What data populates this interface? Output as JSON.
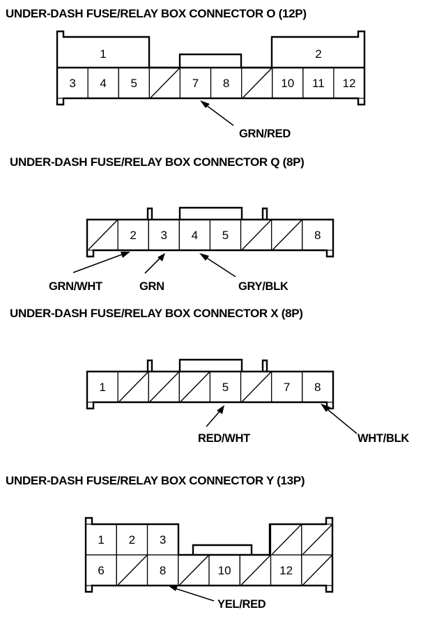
{
  "colors": {
    "ink": "#000000",
    "background": "#ffffff"
  },
  "connectors": [
    {
      "id": "O",
      "title": "UNDER-DASH FUSE/RELAY BOX CONNECTOR O (12P)",
      "top_row": [
        {
          "label": "1",
          "span": 3,
          "empty": false
        },
        {
          "label": "",
          "span": 4,
          "gap": true
        },
        {
          "label": "2",
          "span": 3,
          "empty": false
        }
      ],
      "bottom_row": [
        "3",
        "4",
        "5",
        null,
        "7",
        "8",
        null,
        "10",
        "11",
        "12"
      ],
      "wires": [
        {
          "text": "GRN/RED",
          "pin": "7"
        }
      ]
    },
    {
      "id": "Q",
      "title": "UNDER-DASH FUSE/RELAY BOX CONNECTOR Q (8P)",
      "row": [
        null,
        "2",
        "3",
        "4",
        "5",
        null,
        null,
        "8"
      ],
      "wires": [
        {
          "text": "GRN/WHT",
          "pin": "2"
        },
        {
          "text": "GRN",
          "pin": "3"
        },
        {
          "text": "GRY/BLK",
          "pin": "4"
        }
      ]
    },
    {
      "id": "X",
      "title": "UNDER-DASH FUSE/RELAY BOX CONNECTOR X (8P)",
      "row": [
        "1",
        null,
        null,
        null,
        "5",
        null,
        "7",
        "8"
      ],
      "wires": [
        {
          "text": "RED/WHT",
          "pin": "5"
        },
        {
          "text": "WHT/BLK",
          "pin": "8"
        }
      ]
    },
    {
      "id": "Y",
      "title": "UNDER-DASH FUSE/RELAY BOX CONNECTOR Y (13P)",
      "top_row": [
        "1",
        "2",
        "3",
        null,
        null,
        null,
        null,
        null
      ],
      "top_row_present": [
        true,
        true,
        true,
        false,
        false,
        false,
        true,
        true
      ],
      "bottom_row": [
        "6",
        null,
        "8",
        null,
        "10",
        null,
        "12",
        null
      ],
      "wires": [
        {
          "text": "YEL/RED",
          "pin": "8"
        }
      ]
    }
  ]
}
